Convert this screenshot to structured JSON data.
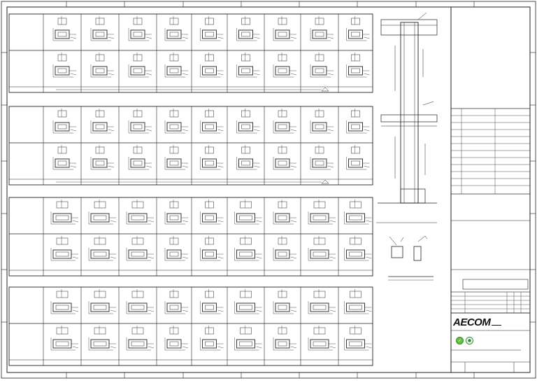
{
  "drawing": {
    "stroke_color": "#222222",
    "background": "#ffffff",
    "schedule_panels": 4,
    "columns_per_panel": 9,
    "rows_per_panel": 2
  },
  "title_block": {
    "company_logo_text": "AECOM",
    "badge_icons": [
      "certification-badge-icon",
      "certification-badge-icon"
    ]
  }
}
